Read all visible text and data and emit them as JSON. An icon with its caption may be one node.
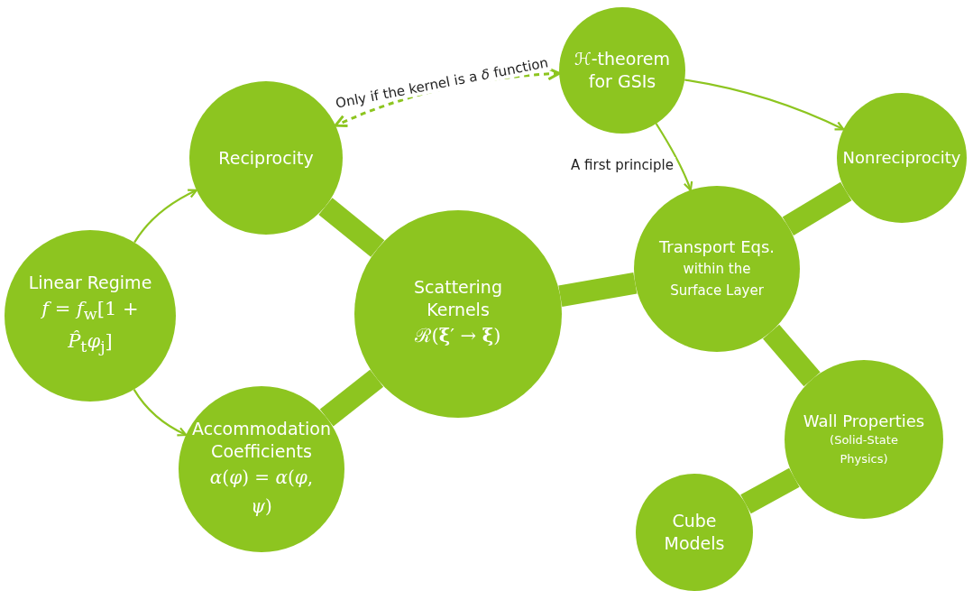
{
  "diagram": {
    "nodes": [
      {
        "text": [
          "Reciprocity"
        ]
      },
      {
        "text": [
          "Linear Regime",
          "*f* = *f*$_{w}$[1 + *P̂*$_{t}$*φ*$_{j}$]"
        ]
      },
      {
        "text": [
          "Scattering Kernels",
          "ℛ(**ξ**′ → **ξ**)"
        ]
      },
      {
        "text": [
          "Accommodation Coefficients",
          "*α*(*φ*) = *α*(*φ*, *ψ*)"
        ]
      },
      {
        "text": [
          "*ℋ*-theorem for GSIs"
        ]
      },
      {
        "text": [
          "Transport Eqs.",
          "within the Surface Layer"
        ]
      },
      {
        "text": [
          "Nonreciprocity"
        ]
      },
      {
        "text": [
          "Wall Properties",
          "(Solid-State Physics)"
        ]
      },
      {
        "text": [
          "Cube Models"
        ]
      }
    ],
    "edges": [
      {
        "from": 1,
        "to": 0,
        "arrow": "to"
      },
      {
        "from": 1,
        "to": 3,
        "arrow": "to"
      },
      {
        "from": 4,
        "to": 0,
        "arrow": "both",
        "style": "dashed",
        "label": "Only if the kernel is a *δ* function"
      },
      {
        "from": 4,
        "to": 5,
        "arrow": "to",
        "label": "A first principle"
      },
      {
        "from": 4,
        "to": 6,
        "arrow": "to"
      },
      {
        "from": 0,
        "to": 2,
        "arrow": "none"
      },
      {
        "from": 3,
        "to": 2,
        "arrow": "none"
      },
      {
        "from": 2,
        "to": 5,
        "arrow": "none"
      },
      {
        "from": 5,
        "to": 6,
        "arrow": "none"
      },
      {
        "from": 5,
        "to": 7,
        "arrow": "none"
      },
      {
        "from": 7,
        "to": 8,
        "arrow": "none"
      }
    ]
  }
}
